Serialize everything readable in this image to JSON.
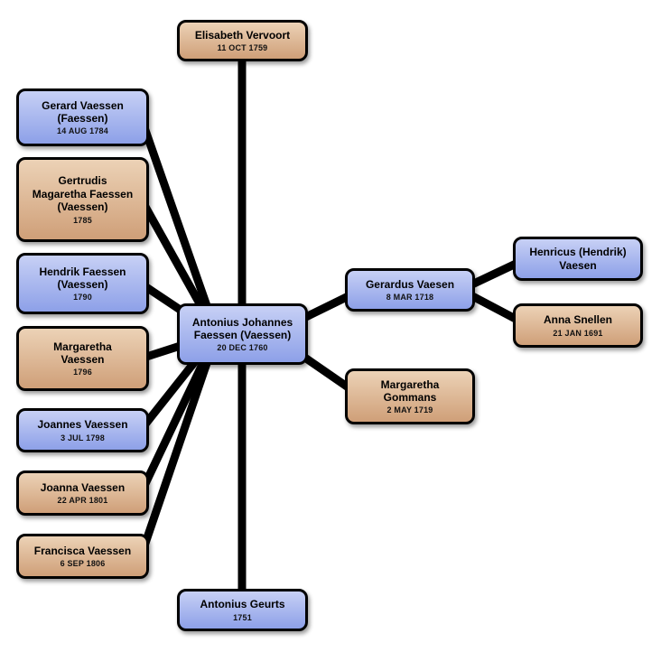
{
  "people": {
    "elisabeth": {
      "name": "Elisabeth Vervoort",
      "date": "11 OCT 1759",
      "sex": "female"
    },
    "gerard": {
      "name": "Gerard Vaessen\n(Faessen)",
      "date": "14 AUG 1784",
      "sex": "male"
    },
    "gertrudis": {
      "name": "Gertrudis\nMagaretha Faessen\n(Vaessen)",
      "date": "1785",
      "sex": "female"
    },
    "hendrik": {
      "name": "Hendrik Faessen\n(Vaessen)",
      "date": "1790",
      "sex": "male"
    },
    "margaretha_vaessen": {
      "name": "Margaretha\nVaessen",
      "date": "1796",
      "sex": "female"
    },
    "joannes": {
      "name": "Joannes Vaessen",
      "date": "3 JUL 1798",
      "sex": "male"
    },
    "joanna": {
      "name": "Joanna Vaessen",
      "date": "22 APR 1801",
      "sex": "female"
    },
    "francisca": {
      "name": "Francisca Vaessen",
      "date": "6 SEP 1806",
      "sex": "female"
    },
    "antonius": {
      "name": "Antonius Johannes\nFaessen (Vaessen)",
      "date": "20 DEC 1760",
      "sex": "male"
    },
    "gerardus": {
      "name": "Gerardus Vaesen",
      "date": "8 MAR 1718",
      "sex": "male"
    },
    "henricus": {
      "name": "Henricus (Hendrik)\nVaesen",
      "sex": "male"
    },
    "anna": {
      "name": "Anna Snellen",
      "date": "21 JAN 1691",
      "sex": "female"
    },
    "margaretha_gommans": {
      "name": "Margaretha\nGommans",
      "date": "2 MAY 1719",
      "sex": "female"
    },
    "antonius_geurts": {
      "name": "Antonius Geurts",
      "date": "1751",
      "sex": "male"
    }
  },
  "relationships": {
    "center_person": "antonius",
    "children_of_center": [
      "gerard",
      "gertrudis",
      "hendrik",
      "margaretha_vaessen",
      "joannes",
      "joanna",
      "francisca"
    ],
    "parents_of_center": [
      "gerardus",
      "margaretha_gommans"
    ],
    "parents_of_gerardus": [
      "henricus",
      "anna"
    ],
    "vertical_line_people": [
      "elisabeth",
      "antonius",
      "antonius_geurts"
    ]
  },
  "colors": {
    "background": "#ffffff",
    "border": "#000000",
    "line": "#000000",
    "male_gradient_top": "#c7d0f5",
    "male_gradient_bottom": "#8da0e8",
    "female_gradient_top": "#ecd2b6",
    "female_gradient_bottom": "#cf9f78"
  }
}
